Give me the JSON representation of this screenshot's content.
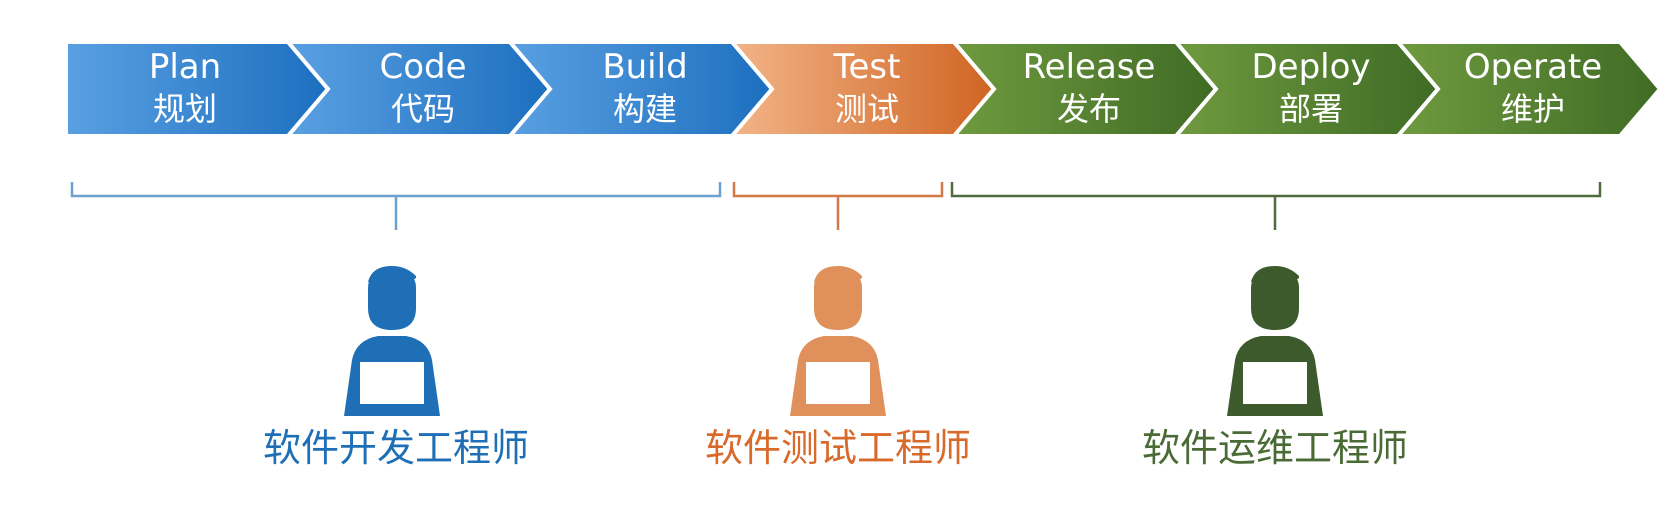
{
  "stages": [
    {
      "en": "Plan",
      "cn": "规划",
      "group": "dev"
    },
    {
      "en": "Code",
      "cn": "代码",
      "group": "dev"
    },
    {
      "en": "Build",
      "cn": "构建",
      "group": "dev"
    },
    {
      "en": "Test",
      "cn": "测试",
      "group": "test"
    },
    {
      "en": "Release",
      "cn": "发布",
      "group": "ops"
    },
    {
      "en": "Deploy",
      "cn": "部署",
      "group": "ops"
    },
    {
      "en": "Operate",
      "cn": "维护",
      "group": "ops"
    }
  ],
  "roles": [
    {
      "label": "软件开发工程师",
      "group": "dev",
      "color": "#1f6fb7",
      "icon": "developer-person-laptop-icon"
    },
    {
      "label": "软件测试工程师",
      "group": "test",
      "color": "#d86a2b",
      "icon": "tester-person-laptop-icon"
    },
    {
      "label": "软件运维工程师",
      "group": "ops",
      "color": "#4a6b35",
      "icon": "operator-person-laptop-icon"
    }
  ],
  "colors": {
    "dev_light": "#5aa0e2",
    "dev_dark": "#1c6fbf",
    "test_light": "#f2b488",
    "test_dark": "#d06422",
    "ops_light": "#6f9a3f",
    "ops_dark": "#3f6b25",
    "dev_bracket": "#6d9fd0",
    "test_bracket": "#d27a45",
    "ops_bracket": "#4f6b3f",
    "dev_person": "#1f6fb7",
    "test_person": "#e0905a",
    "ops_person": "#3c5a2c"
  }
}
